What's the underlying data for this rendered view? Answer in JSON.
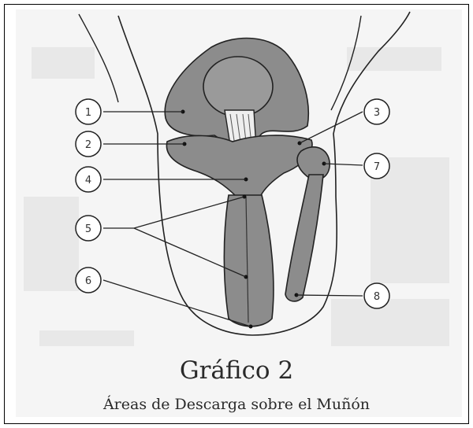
{
  "figure": {
    "title": "Gráfico 2",
    "subtitle": "Áreas de Descarga sobre el Muñón",
    "markers": [
      "1",
      "2",
      "3",
      "4",
      "5",
      "6",
      "7",
      "8"
    ]
  },
  "colors": {
    "bone_fill": "#8c8c8c",
    "outline": "#222222",
    "background_texture": "#e6e6e6"
  }
}
